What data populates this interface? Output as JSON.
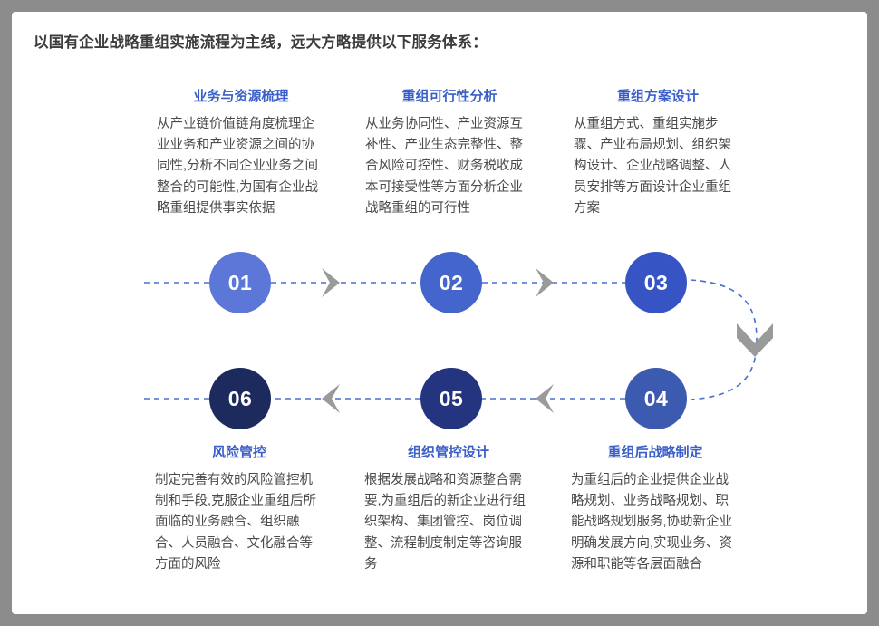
{
  "page": {
    "title": "以国有企业战略重组实施流程为主线，远大方略提供以下服务体系：",
    "border_color": "#8c8c8c",
    "background_color": "#ffffff",
    "heading_color": "#3a5fc8",
    "body_text_color": "#4a4a4a",
    "connector_line_color": "#4a6fd0",
    "arrow_color": "#9a9a9a"
  },
  "steps": [
    {
      "number": "01",
      "heading": "业务与资源梳理",
      "body": "从产业链价值链角度梳理企业业务和产业资源之间的协同性,分析不同企业业务之间整合的可能性,为国有企业战略重组提供事实依据",
      "color": "#5c77d8",
      "row": "top"
    },
    {
      "number": "02",
      "heading": "重组可行性分析",
      "body": "从业务协同性、产业资源互补性、产业生态完整性、整合风险可控性、财务税收成本可接受性等方面分析企业战略重组的可行性",
      "color": "#4466cc",
      "row": "top"
    },
    {
      "number": "03",
      "heading": "重组方案设计",
      "body": "从重组方式、重组实施步骤、产业布局规划、组织架构设计、企业战略调整、人员安排等方面设计企业重组方案",
      "color": "#3754c4",
      "row": "top"
    },
    {
      "number": "04",
      "heading": "重组后战略制定",
      "body": "为重组后的企业提供企业战略规划、业务战略规划、职能战略规划服务,协助新企业明确发展方向,实现业务、资源和职能等各层面融合",
      "color": "#3c5ab0",
      "row": "bottom"
    },
    {
      "number": "05",
      "heading": "组织管控设计",
      "body": "根据发展战略和资源整合需要,为重组后的新企业进行组织架构、集团管控、岗位调整、流程制度制定等咨询服务",
      "color": "#24347e",
      "row": "bottom"
    },
    {
      "number": "06",
      "heading": "风险管控",
      "body": "制定完善有效的风险管控机制和手段,克服企业重组后所面临的业务融合、组织融合、人员融合、文化融合等方面的风险",
      "color": "#1c2a5e",
      "row": "bottom"
    }
  ]
}
